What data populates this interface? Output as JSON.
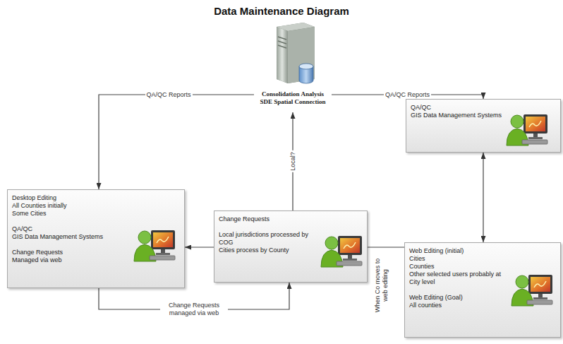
{
  "diagram": {
    "title": "Data Maintenance Diagram",
    "nodes": [
      {
        "text": [
          "Consolidation Analysis SDE Spatial Connection"
        ]
      },
      {
        "text": [
          "QA/QC",
          "GIS Data Management Systems"
        ]
      },
      {
        "text": [
          "Desktop Editing",
          "All Counties initially",
          "Some Cities",
          "QA/QC",
          "GIS Data Management Systems",
          "Change Requests",
          "Managed via web"
        ]
      },
      {
        "text": [
          "Change Requests",
          "Local jurisdictions processed by COG",
          "Cities process by County"
        ]
      },
      {
        "text": [
          "Web Editing (initial)",
          "Cities",
          "Counties",
          "Other selected users probably at City level",
          "Web Editing (Goal)",
          "All counties"
        ]
      }
    ],
    "edges": [
      {
        "from": 0,
        "to": 2,
        "label": "QA/QC Reports",
        "arrow": "to"
      },
      {
        "from": 0,
        "to": 1,
        "label": "QA/QC Reports",
        "arrow": "to"
      },
      {
        "from": 3,
        "to": 0,
        "label": "Local?",
        "arrow": "to"
      },
      {
        "from": 3,
        "to": 2,
        "arrow": "to"
      },
      {
        "from": 2,
        "to": 3,
        "label": "Change Requests managed via web",
        "arrow": "to"
      },
      {
        "from": 3,
        "to": 4,
        "label": "When Co moves to web editing",
        "arrow": "none"
      },
      {
        "from": 1,
        "to": 4,
        "arrow": "both"
      }
    ]
  }
}
